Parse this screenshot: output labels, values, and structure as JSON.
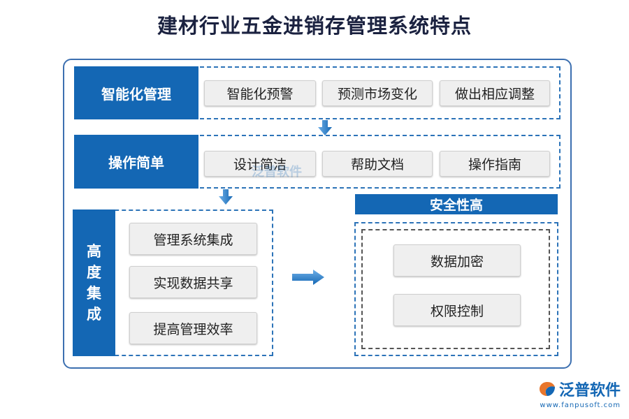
{
  "title": "建材行业五金进销存管理系统特点",
  "sections": [
    {
      "heading": "智能化管理",
      "items": [
        "智能化预警",
        "预测市场变化",
        "做出相应调整"
      ]
    },
    {
      "heading": "操作简单",
      "items": [
        "设计简洁",
        "帮助文档",
        "操作指南"
      ]
    },
    {
      "heading": "高度集成",
      "heading_chars": [
        "高",
        "度",
        "集",
        "成"
      ],
      "items": [
        "管理系统集成",
        "实现数据共享",
        "提高管理效率"
      ]
    },
    {
      "heading": "安全性高",
      "items": [
        "数据加密",
        "权限控制"
      ]
    }
  ],
  "watermark": "泛普软件",
  "logo": {
    "name": "泛普软件",
    "url": "www.fanpusoft.com"
  },
  "colors": {
    "primary": "#1467b4",
    "border": "#2c73b8",
    "pill": "#efefef"
  }
}
